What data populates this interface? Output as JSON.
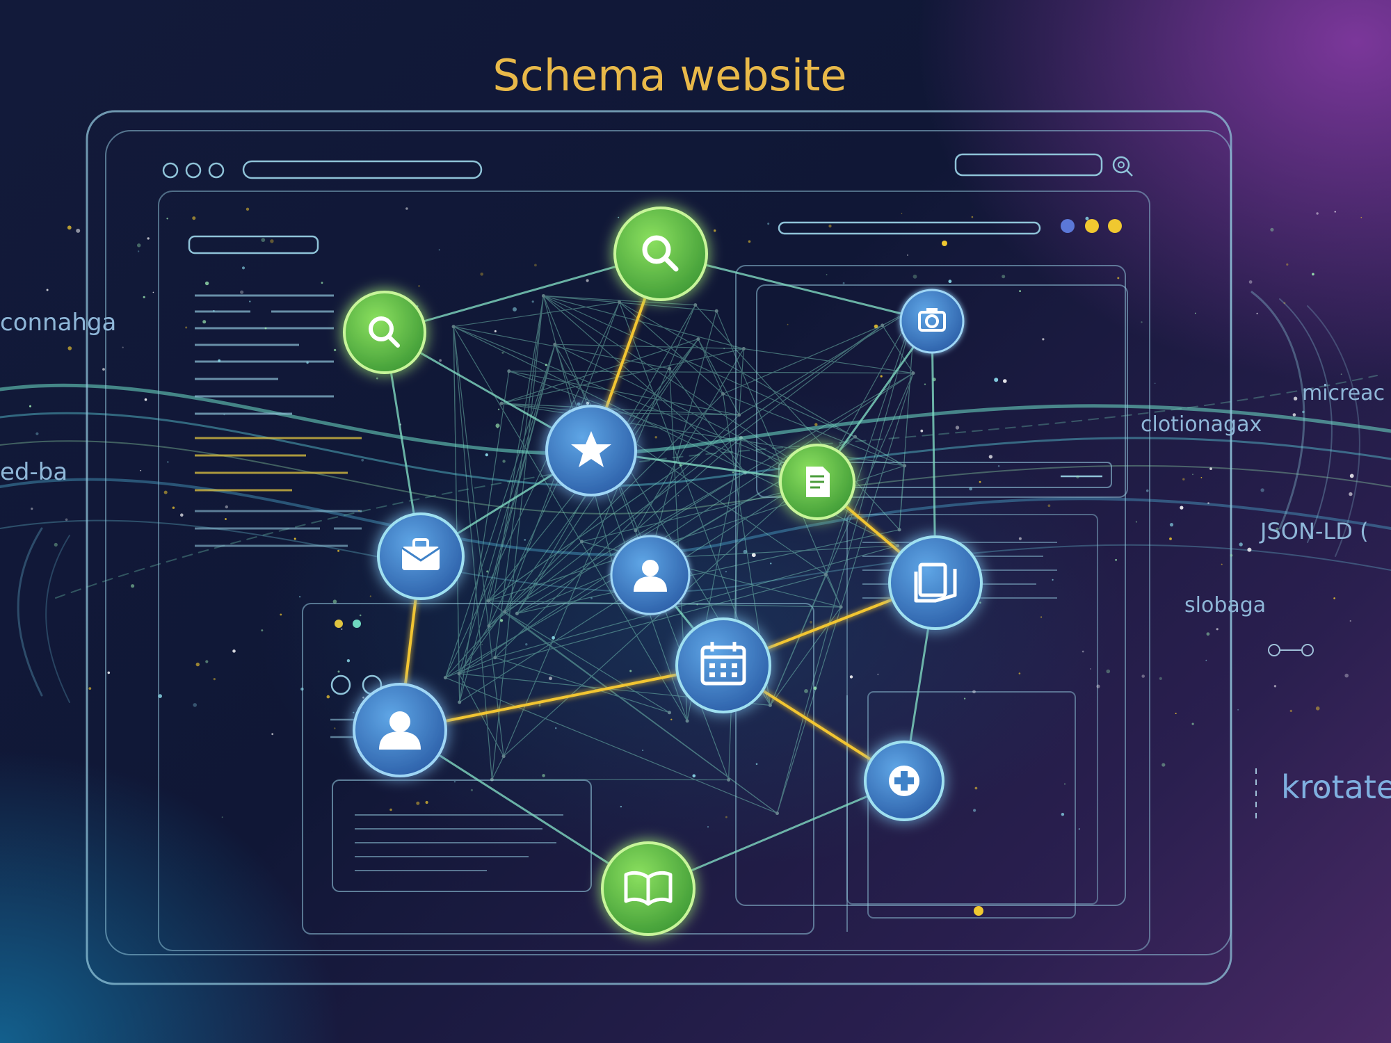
{
  "title": "Schema website",
  "side_labels": {
    "left_top": "connahga",
    "left_bottom": "ed-ba",
    "right_top": "micreac",
    "right_mid_1": "clotionagax",
    "right_mid_2": "JSON-LD (",
    "right_mid_3": "slobaga",
    "right_bottom": "krotate"
  },
  "nodes": [
    {
      "name": "search-node-top",
      "icon": "search-icon",
      "color": "green"
    },
    {
      "name": "search-node-left",
      "icon": "search-icon",
      "color": "green"
    },
    {
      "name": "camera-node",
      "icon": "camera-icon",
      "color": "blue"
    },
    {
      "name": "star-node",
      "icon": "star-icon",
      "color": "blue"
    },
    {
      "name": "document-node",
      "icon": "document-icon",
      "color": "green"
    },
    {
      "name": "briefcase-node",
      "icon": "briefcase-icon",
      "color": "blue"
    },
    {
      "name": "user-node-center",
      "icon": "user-icon",
      "color": "blue"
    },
    {
      "name": "book-node-right",
      "icon": "book-icon",
      "color": "blue"
    },
    {
      "name": "calendar-node",
      "icon": "calendar-icon",
      "color": "blue"
    },
    {
      "name": "user-node-left",
      "icon": "user-icon",
      "color": "blue"
    },
    {
      "name": "medical-node",
      "icon": "medical-cross-icon",
      "color": "blue"
    },
    {
      "name": "book-node-bottom",
      "icon": "book-icon",
      "color": "green"
    }
  ],
  "colors": {
    "title": "#e9b949",
    "frame": "#8fc3d8",
    "green_node": "#66c34a",
    "blue_node": "#3f82c8",
    "highlight_line": "#f2c530",
    "link_line": "#7fd8c0",
    "label": "#8fb7d8"
  }
}
